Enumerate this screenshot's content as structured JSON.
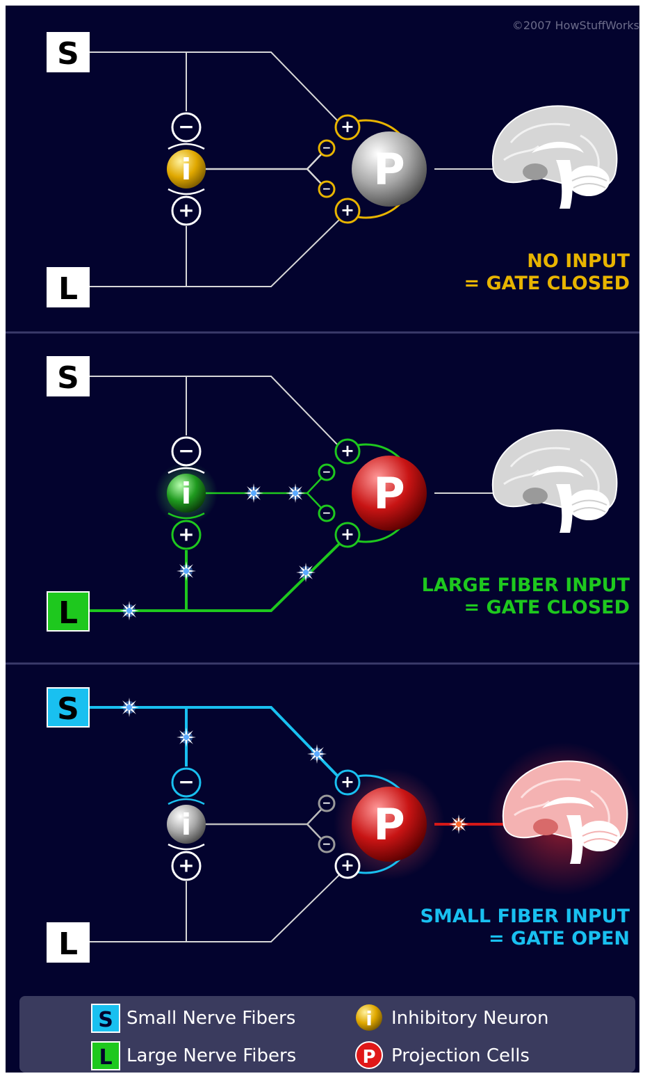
{
  "copyright": "©2007 HowStuffWorks",
  "letters": {
    "small": "S",
    "large": "L",
    "inhibitory": "i",
    "projection": "P"
  },
  "signs": {
    "plus": "+",
    "minus": "−"
  },
  "colors": {
    "background": "#03032e",
    "divider": "#3a3a6a",
    "neutral_line": "#d8d8d8",
    "gold": "#e8b400",
    "green": "#1ec81e",
    "cyan": "#19c0f0",
    "red": "#d41818",
    "legend_bg": "#3a3b5e"
  },
  "panels": [
    {
      "state": "no-input",
      "caption_line1": "NO INPUT",
      "caption_line2": "= GATE CLOSED"
    },
    {
      "state": "large-fiber",
      "caption_line1": "LARGE FIBER INPUT",
      "caption_line2": "= GATE CLOSED"
    },
    {
      "state": "small-fiber",
      "caption_line1": "SMALL FIBER INPUT",
      "caption_line2": "= GATE OPEN"
    }
  ],
  "legend": {
    "small_label": "Small Nerve Fibers",
    "large_label": "Large Nerve Fibers",
    "inhibitory_label": "Inhibitory Neuron",
    "projection_label": "Projection Cells"
  }
}
